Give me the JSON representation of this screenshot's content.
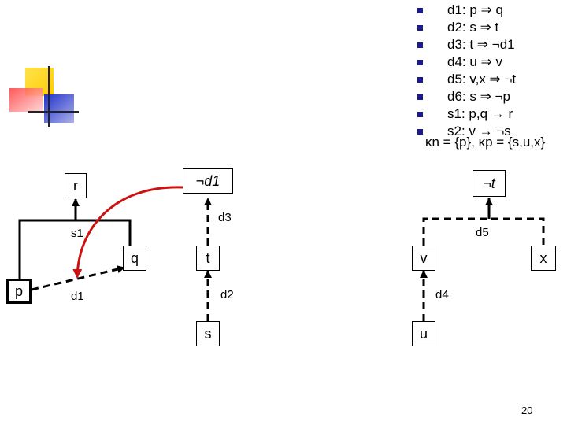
{
  "rules": [
    {
      "id": "d1",
      "text": "d1: p ⇒ q"
    },
    {
      "id": "d2",
      "text": "d2: s ⇒ t"
    },
    {
      "id": "d3",
      "text": "d3: t ⇒ ¬d1"
    },
    {
      "id": "d4",
      "text": "d4: u ⇒ v"
    },
    {
      "id": "d5",
      "text": "d5: v,x ⇒ ¬t"
    },
    {
      "id": "d6",
      "text": "d6: s ⇒ ¬p"
    },
    {
      "id": "s1",
      "text": "s1: p,q → r"
    },
    {
      "id": "s2",
      "text": "s2: v → ¬s"
    }
  ],
  "kset": "κn = {p}, κp = {s,u,x}",
  "nodes": {
    "r": "r",
    "not_d1": "¬d1",
    "not_t": "¬t",
    "p": "p",
    "q": "q",
    "t": "t",
    "s": "s",
    "v": "v",
    "x": "x",
    "u": "u"
  },
  "edge_labels": {
    "s1": "s1",
    "d1": "d1",
    "d3": "d3",
    "d2": "d2",
    "d5": "d5",
    "d4": "d4"
  },
  "page_number": "20",
  "colors": {
    "bullet": "#1a1a8c",
    "attack_arrow": "#cc1111",
    "logo_yellow": "#ffd400",
    "logo_red": "#ff3b3b",
    "logo_blue": "#2233cc"
  }
}
